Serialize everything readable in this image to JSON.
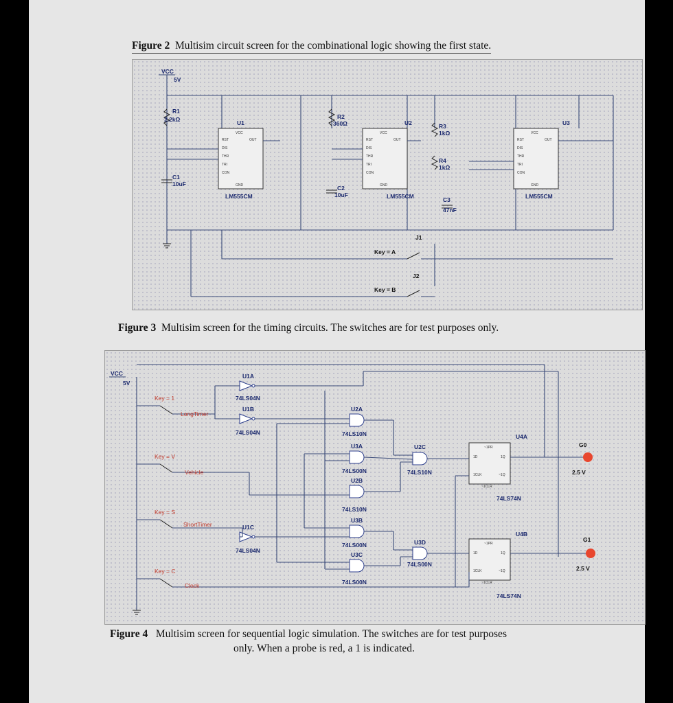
{
  "fig2_caption": {
    "label": "Figure 2",
    "text": "Multisim circuit screen for the combinational logic showing the first state."
  },
  "fig3_caption": {
    "label": "Figure 3",
    "text": "Multisim screen for the timing circuits. The switches are for test purposes only."
  },
  "fig4_caption": {
    "label": "Figure 4",
    "text_line1": "Multisim screen for sequential logic simulation. The switches are for test purposes",
    "text_line2": "only. When a probe is red, a 1 is indicated."
  },
  "fig3": {
    "vcc": "VCC",
    "vcc_val": "5V",
    "timers": [
      {
        "ref": "U1",
        "part": "LM555CM",
        "r": "R1",
        "r_val": "2.2kΩ",
        "c": "C1",
        "c_val": "10uF"
      },
      {
        "ref": "U2",
        "part": "LM555CM",
        "r": "R2",
        "r_val": "360Ω",
        "c": "C2",
        "c_val": "10uF"
      },
      {
        "ref": "U3",
        "part": "LM555CM",
        "r": "R3",
        "r_val": "1kΩ",
        "r2": "R4",
        "r2_val": "1kΩ",
        "c": "C3",
        "c_val": "47nF"
      }
    ],
    "pins": {
      "vcc": "VCC",
      "rst": "RST",
      "out": "OUT",
      "dis": "DIS",
      "thr": "THR",
      "tri": "TRI",
      "con": "CON",
      "gnd": "GND"
    },
    "switches": [
      {
        "ref": "J1",
        "key": "Key = A"
      },
      {
        "ref": "J2",
        "key": "Key = B"
      }
    ]
  },
  "fig4": {
    "vcc": "VCC",
    "vcc_val": "5V",
    "switches": [
      {
        "key": "Key = 1",
        "name": "LongTimer"
      },
      {
        "key": "Key = V",
        "name": "Vehicle"
      },
      {
        "key": "Key = S",
        "name": "ShortTimer"
      },
      {
        "key": "Key = C",
        "name": "Clock"
      }
    ],
    "inverters": [
      {
        "ref": "U1A",
        "part": "74LS04N"
      },
      {
        "ref": "U1B",
        "part": "74LS04N"
      },
      {
        "ref": "U1C",
        "part": "74LS04N"
      }
    ],
    "gates": [
      {
        "ref": "U2A",
        "part": "74LS10N"
      },
      {
        "ref": "U3A",
        "part": "74LS00N"
      },
      {
        "ref": "U2B",
        "part": "74LS10N"
      },
      {
        "ref": "U3B",
        "part": "74LS00N"
      },
      {
        "ref": "U3C",
        "part": "74LS00N"
      },
      {
        "ref": "U2C",
        "part": "74LS10N"
      },
      {
        "ref": "U3D",
        "part": "74LS00N"
      }
    ],
    "flipflops": [
      {
        "ref": "U4A",
        "part": "74LS74N"
      },
      {
        "ref": "U4B",
        "part": "74LS74N"
      }
    ],
    "ff_pins": {
      "pr": "~1PR",
      "d": "1D",
      "q": "1Q",
      "clk": "1CLK",
      "qn": "~1Q",
      "clr": "~1CLR"
    },
    "probes": [
      {
        "name": "G0",
        "voltage": "2.5 V"
      },
      {
        "name": "G1",
        "voltage": "2.5 V"
      }
    ],
    "probe_color": "#e8462e"
  }
}
